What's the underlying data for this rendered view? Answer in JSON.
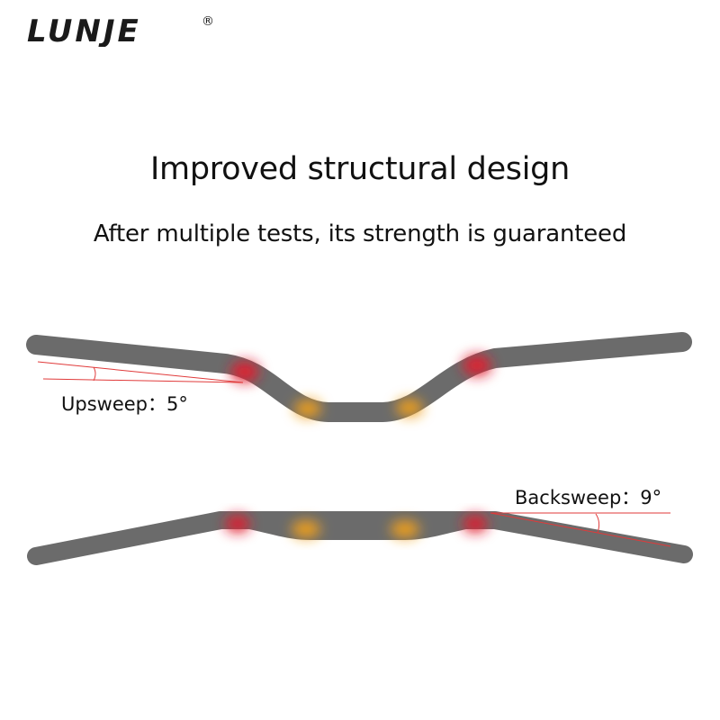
{
  "brand": {
    "name": "LUNJE",
    "registered_mark": "®",
    "color": "#1a1a1a"
  },
  "headline": "Improved structural design",
  "subline": "After multiple tests, its strength is guaranteed",
  "upsweep": {
    "label": "Upsweep",
    "separator": "：",
    "degrees": "5°"
  },
  "backsweep": {
    "label": "Backsweep",
    "separator": "：",
    "degrees": "9°"
  },
  "colors": {
    "bar": "#6b6b6b",
    "stress_high": "#e0202e",
    "stress_medium": "#f0a020",
    "angle_line": "#e03a3a",
    "text": "#111111"
  }
}
